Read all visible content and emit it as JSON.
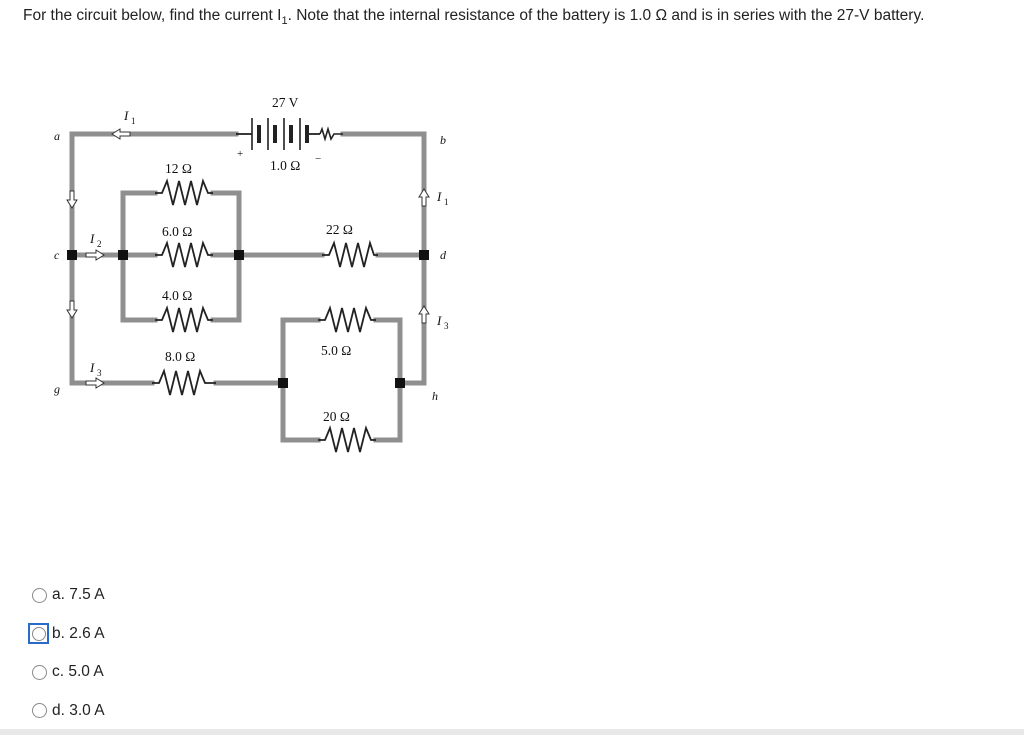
{
  "question": {
    "text_before": "For the circuit below, find the current I",
    "subscript": "1",
    "text_after": ". Note that the internal resistance of the battery is 1.0 Ω and is in series with the 27-V battery."
  },
  "circuit": {
    "battery_voltage": "27 V",
    "battery_internal_resistance": "1.0 Ω",
    "battery_plus": "+",
    "battery_minus": "−",
    "resistors": {
      "r12": "12 Ω",
      "r6": "6.0 Ω",
      "r4": "4.0 Ω",
      "r8": "8.0 Ω",
      "r22": "22 Ω",
      "r5": "5.0 Ω",
      "r20": "20 Ω"
    },
    "nodes": {
      "a": "a",
      "b": "b",
      "c": "c",
      "d": "d",
      "g": "g",
      "h": "h"
    },
    "currents": {
      "symbol": "I",
      "i1": "1",
      "i2": "2",
      "i3": "3"
    }
  },
  "options": [
    {
      "id": "a",
      "label": "a. 7.5 A",
      "focused": false
    },
    {
      "id": "b",
      "label": "b. 2.6 A",
      "focused": true
    },
    {
      "id": "c",
      "label": "c. 5.0 A",
      "focused": false
    },
    {
      "id": "d",
      "label": "d. 3.0 A",
      "focused": false
    }
  ],
  "colors": {
    "wire": "#8f8f8f",
    "focus": "#2a6bc9"
  }
}
